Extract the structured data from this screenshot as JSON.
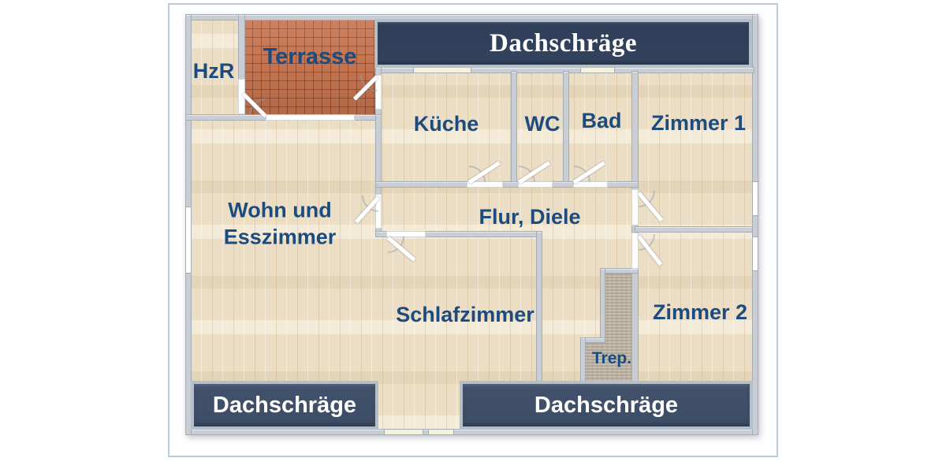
{
  "floorplan": {
    "rooms": {
      "hzr": {
        "label": "HzR"
      },
      "terrasse": {
        "label": "Terrasse"
      },
      "kueche": {
        "label": "Küche"
      },
      "wc": {
        "label": "WC"
      },
      "bad": {
        "label": "Bad"
      },
      "zimmer1": {
        "label": "Zimmer 1"
      },
      "wohn_esszimmer": {
        "label": "Wohn und Esszimmer",
        "line1": "Wohn und",
        "line2": "Esszimmer"
      },
      "flur": {
        "label": "Flur, Diele"
      },
      "schlafzimmer": {
        "label": "Schlafzimmer"
      },
      "zimmer2": {
        "label": "Zimmer 2"
      },
      "treppe": {
        "label": "Trep."
      }
    },
    "banners": {
      "top": {
        "label": "Dachschräge"
      },
      "bottom_left": {
        "label": "Dachschräge"
      },
      "bottom_right": {
        "label": "Dachschräge"
      }
    },
    "colors": {
      "label_blue": "#1b4b7f",
      "banner_navy_top": "#2e3e58",
      "banner_navy_bottom": "#3d4d66",
      "banner_border": "#b4bfcc",
      "banner_text": "#ffffff",
      "wall_fill": "#c9ced5",
      "wall_edge": "#a4acb6",
      "wood_light": "#ecdec5",
      "terrace_tile": "#c5744f",
      "carpet": "#b8ad9c",
      "window_cream": "#f6f1da",
      "frame_border": "#b9c9de"
    }
  }
}
